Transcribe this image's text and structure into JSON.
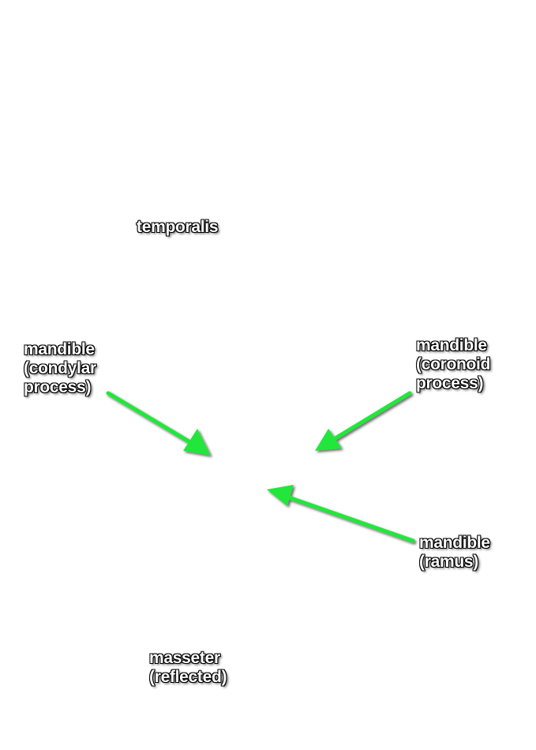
{
  "arrow_color": "#22e63a",
  "labels": {
    "temporalis": {
      "line1": "temporalis"
    },
    "condylar": {
      "line1": "mandible",
      "line2": "(condylar",
      "line3": "process)"
    },
    "coronoid": {
      "line1": "mandible",
      "line2": "(coronoid",
      "line3": "process)"
    },
    "ramus": {
      "line1": "mandible",
      "line2": "(ramus)"
    },
    "masseter": {
      "line1": "masseter",
      "line2": "(reflected)"
    }
  }
}
